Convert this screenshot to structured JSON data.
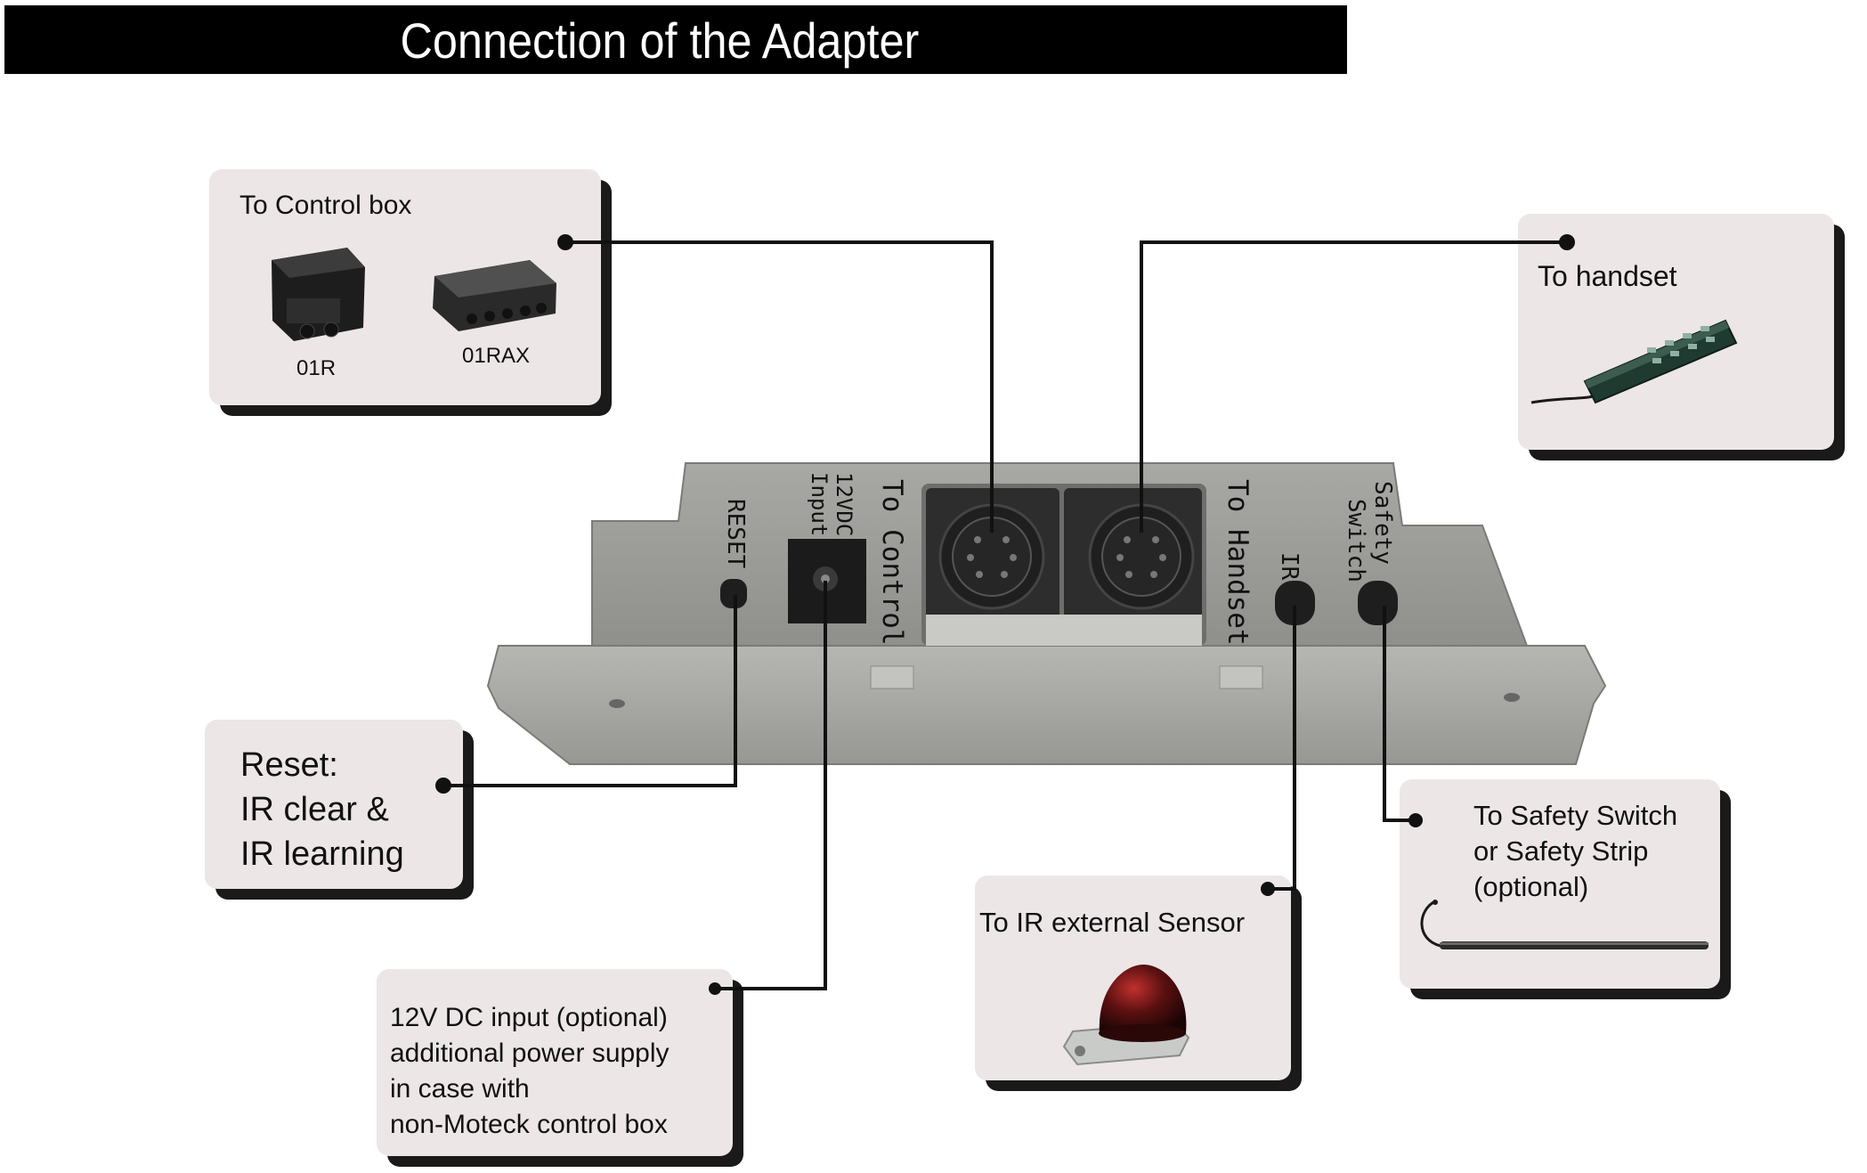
{
  "title": "Connection of the Adapter",
  "callouts": {
    "control_box": {
      "label": "To Control box",
      "models": [
        "01R",
        "01RAX"
      ]
    },
    "handset": {
      "label": "To handset"
    },
    "reset": {
      "line1": "Reset:",
      "line2": "IR clear &",
      "line3": "IR learning"
    },
    "dc_input": {
      "line1": "12V DC input (optional)",
      "line2": "additional power supply",
      "line3": "in case with",
      "line4": "non-Moteck control box"
    },
    "ir_sensor": {
      "label": "To IR external Sensor"
    },
    "safety": {
      "line1": "To Safety Switch",
      "line2": "or Safety Strip",
      "line3": "(optional)"
    }
  },
  "device_labels": {
    "reset": "RESET",
    "dc": [
      "12VDC",
      "Input"
    ],
    "to_control": "To Control",
    "to_handset": "To Handset",
    "ir": "IR",
    "safety": [
      "Safety",
      "Switch"
    ]
  },
  "icons": [
    "control-box-01r-icon",
    "control-box-01rax-icon",
    "handset-remote-icon",
    "ir-sensor-icon",
    "safety-strip-icon",
    "adapter-device-icon"
  ]
}
